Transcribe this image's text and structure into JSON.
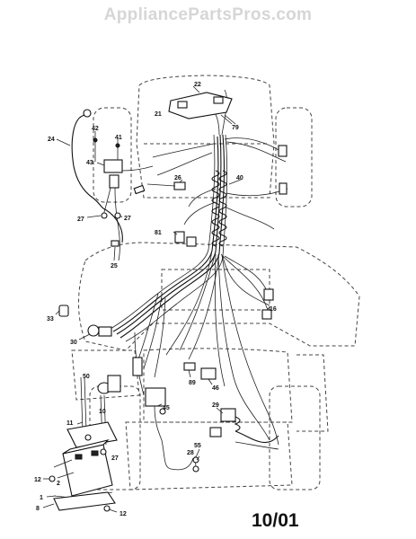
{
  "watermark": "AppliancePartsPros.com",
  "date_code": "10/01",
  "callouts": {
    "c22": "22",
    "c21": "21",
    "c79": "79",
    "c24": "24",
    "c42": "42",
    "c41": "41",
    "c43": "43",
    "c40": "40",
    "c26": "26",
    "c27a": "27",
    "c27b": "27",
    "c81": "81",
    "c25": "25",
    "c16": "16",
    "c33": "33",
    "c30": "30",
    "c50": "50",
    "c89": "89",
    "c46": "46",
    "c45": "45",
    "c10": "10",
    "c11": "11",
    "c29": "29",
    "c27c": "27",
    "c55": "55",
    "c28": "28",
    "c12a": "12",
    "c2": "2",
    "c1": "1",
    "c8": "8",
    "c12b": "12"
  }
}
